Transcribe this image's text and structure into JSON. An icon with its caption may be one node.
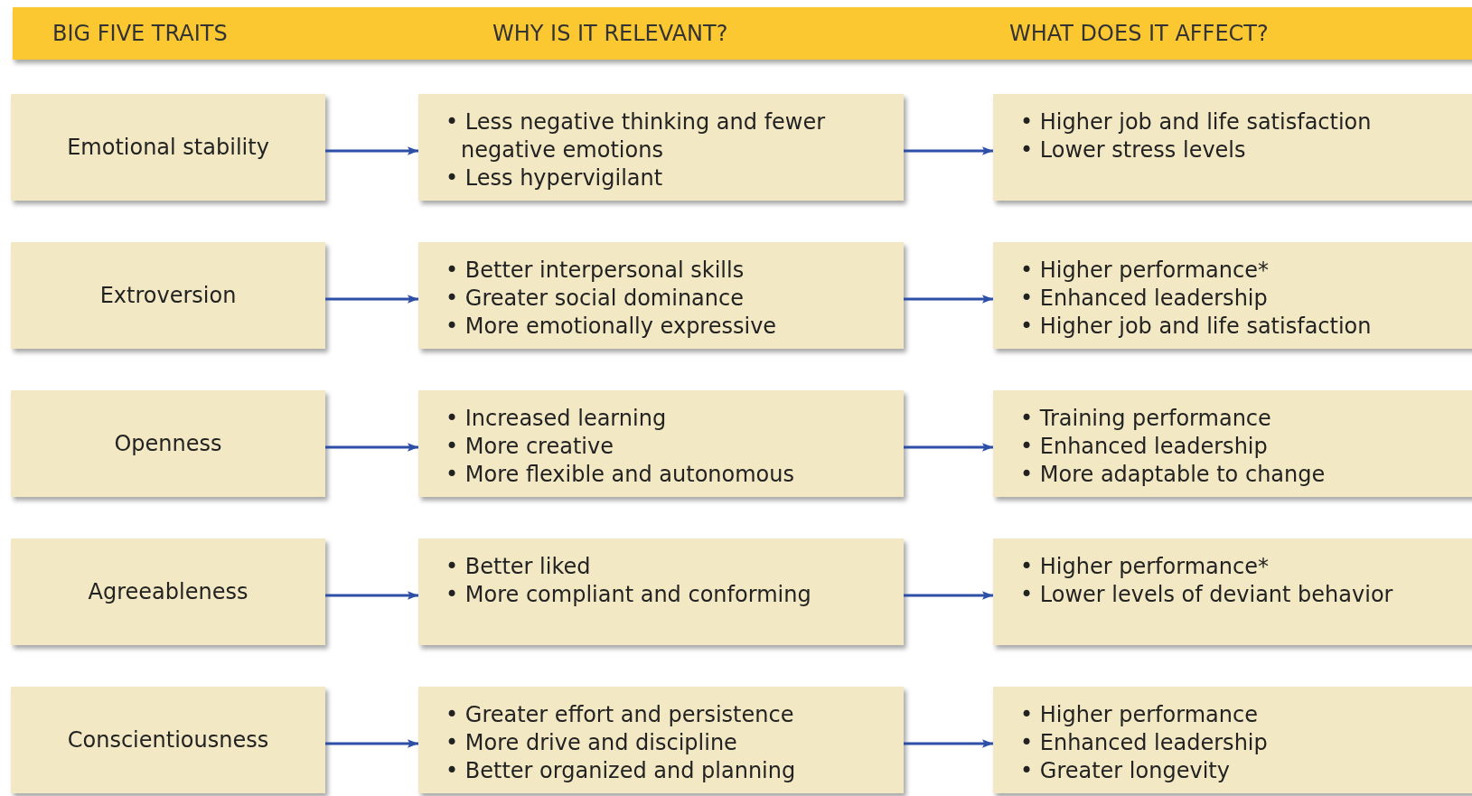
{
  "diagram": {
    "nodes": [
      {
        "text": [
          "BIG FIVE TRAITS",
          "WHY IS IT RELEVANT?",
          "WHAT DOES IT AFFECT?"
        ]
      },
      {
        "text": [
          "Emotional stability"
        ]
      },
      {
        "text": [
          "• Less negative thinking and fewer negative emotions",
          "• Less hypervigilant"
        ]
      },
      {
        "text": [
          "• Higher job and life satisfaction",
          "• Lower stress levels"
        ]
      },
      {
        "text": [
          "Extroversion"
        ]
      },
      {
        "text": [
          "• Better interpersonal skills",
          "• Greater social dominance",
          "• More emotionally expressive"
        ]
      },
      {
        "text": [
          "• Higher performance*",
          "• Enhanced leadership",
          "• Higher job and life satisfaction"
        ]
      },
      {
        "text": [
          "Openness"
        ]
      },
      {
        "text": [
          "• Increased learning",
          "• More creative",
          "• More flexible and autonomous"
        ]
      },
      {
        "text": [
          "• Training performance",
          "• Enhanced leadership",
          "• More adaptable to change"
        ]
      },
      {
        "text": [
          "Agreeableness"
        ]
      },
      {
        "text": [
          "• Better liked",
          "• More compliant and conforming"
        ]
      },
      {
        "text": [
          "• Higher performance*",
          "• Lower levels of deviant behavior"
        ]
      },
      {
        "text": [
          "Conscientiousness"
        ]
      },
      {
        "text": [
          "• Greater effort and persistence",
          "• More drive and discipline",
          "• Better organized and planning"
        ]
      },
      {
        "text": [
          "• Higher performance",
          "• Enhanced leadership",
          "• Greater longevity"
        ]
      }
    ],
    "edges": [
      {
        "from": 1,
        "to": 2,
        "arrow": "to"
      },
      {
        "from": 2,
        "to": 3,
        "arrow": "to"
      },
      {
        "from": 4,
        "to": 5,
        "arrow": "to"
      },
      {
        "from": 5,
        "to": 6,
        "arrow": "to"
      },
      {
        "from": 7,
        "to": 8,
        "arrow": "to"
      },
      {
        "from": 8,
        "to": 9,
        "arrow": "to"
      },
      {
        "from": 10,
        "to": 11,
        "arrow": "to"
      },
      {
        "from": 11,
        "to": 12,
        "arrow": "to"
      },
      {
        "from": 13,
        "to": 14,
        "arrow": "to"
      },
      {
        "from": 14,
        "to": 15,
        "arrow": "to"
      }
    ]
  }
}
